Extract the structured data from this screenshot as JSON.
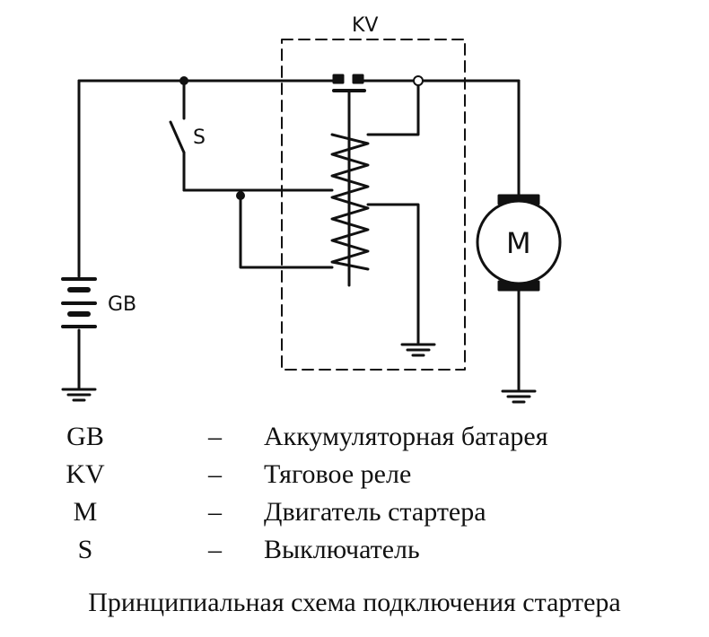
{
  "labels": {
    "relay": "KV",
    "switch": "S",
    "battery": "GB",
    "motor": "M"
  },
  "legend": [
    {
      "code": "GB",
      "dash": "–",
      "desc": "Аккумуляторная батарея"
    },
    {
      "code": "KV",
      "dash": "–",
      "desc": "Тяговое реле"
    },
    {
      "code": "M",
      "dash": "–",
      "desc": "Двигатель стартера"
    },
    {
      "code": "S",
      "dash": "–",
      "desc": "Выключатель"
    }
  ],
  "caption": "Принципиальная схема подключения стартера"
}
